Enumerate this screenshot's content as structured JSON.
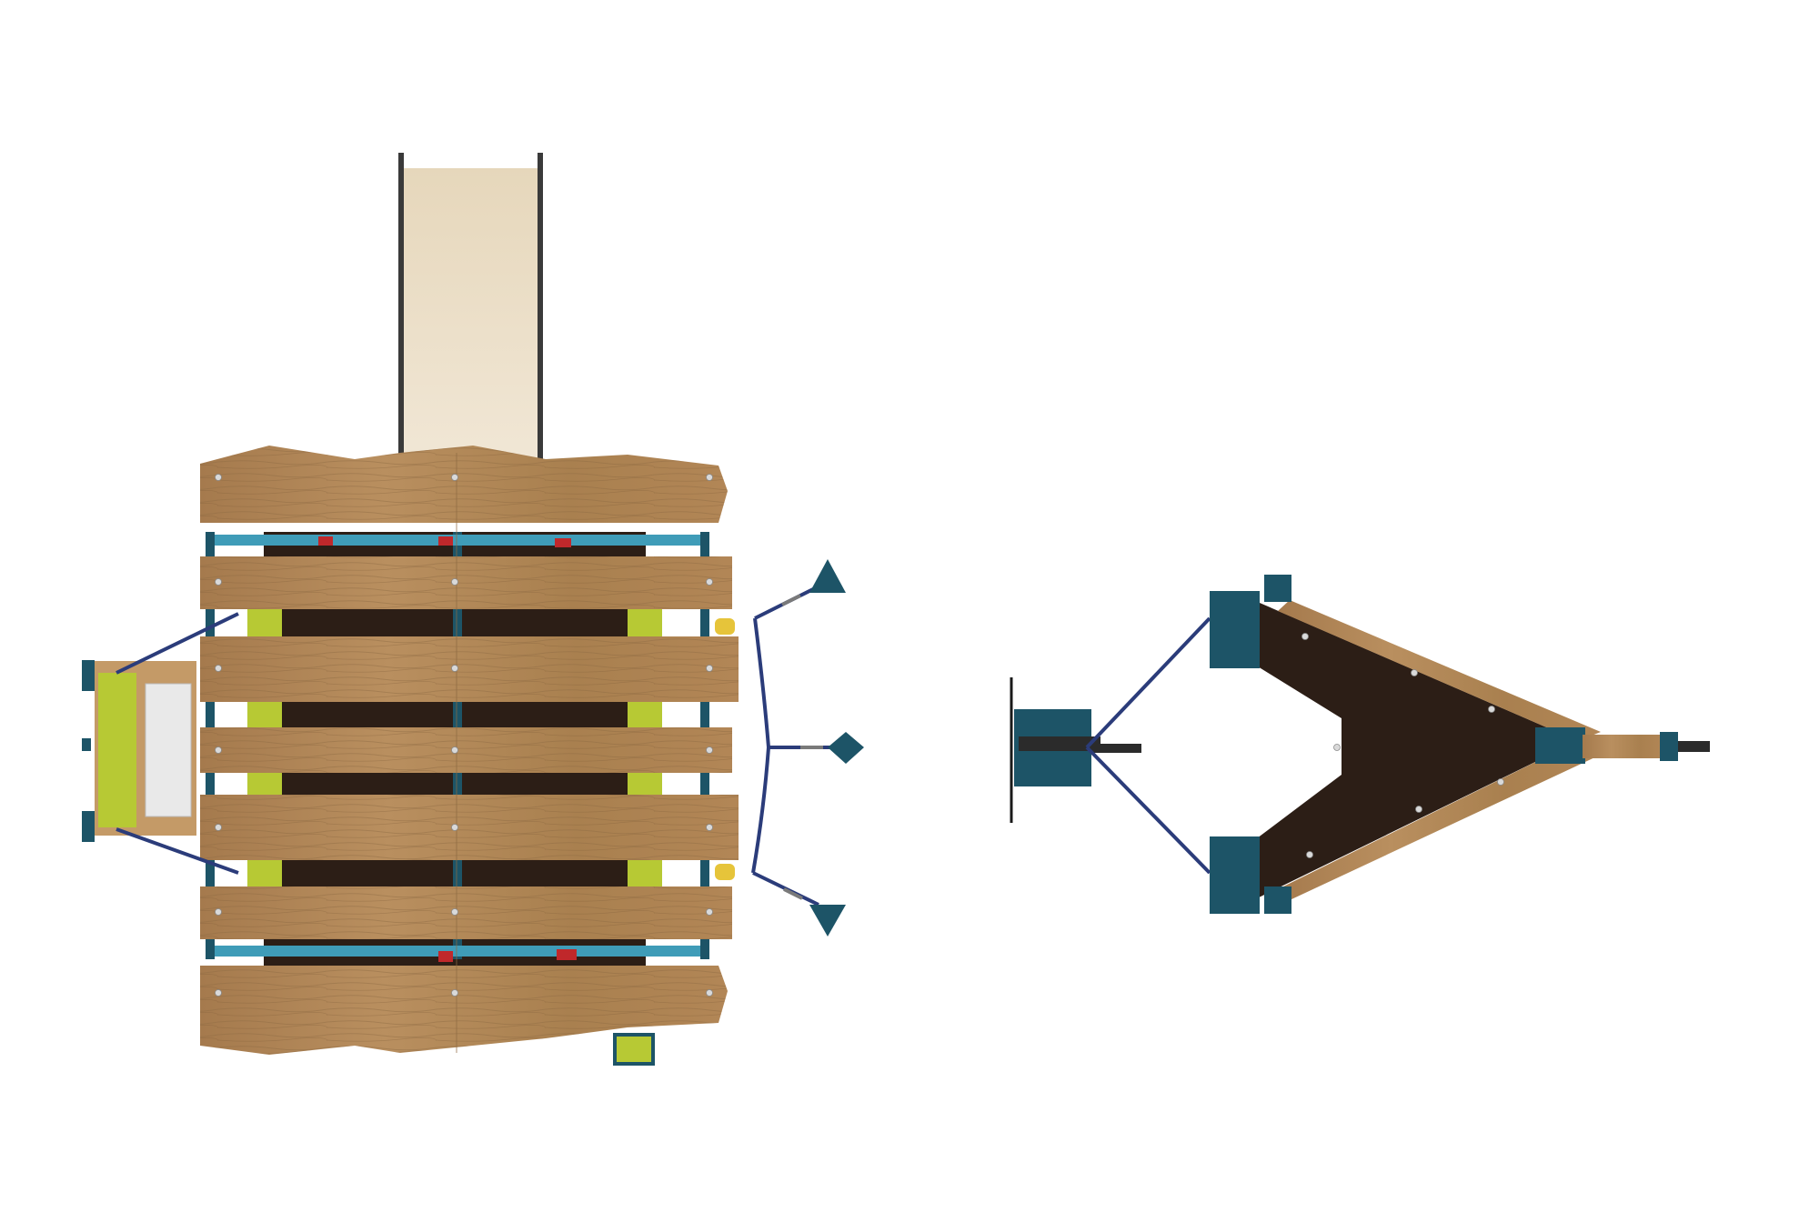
{
  "scene": {
    "kind": "top-view product render",
    "background_color": "#ffffff",
    "views": [
      {
        "name": "playground-tower-with-slide",
        "depicts": "wooden play tower with slide, ladder and rope anchors"
      },
      {
        "name": "rope-swing-triangle",
        "depicts": "V-shaped wooden platform on pivot with rope anchors"
      }
    ]
  },
  "colors": {
    "wood_light": "#b48a5c",
    "wood_mid": "#a47a4e",
    "wood_grain": "#8e6a42",
    "steel_blue": "#1d5467",
    "rope_blue": "#2b3c7a",
    "accent_green": "#b7c934",
    "accent_yellow": "#e6c43a",
    "accent_red": "#c0282b",
    "slide_cream": "#e9dcc3",
    "floor_dark": "#2c1e16"
  },
  "icons": {
    "bolt": "bolt-icon",
    "anchor": "anchor-plate-icon",
    "chain": "chain-icon"
  }
}
